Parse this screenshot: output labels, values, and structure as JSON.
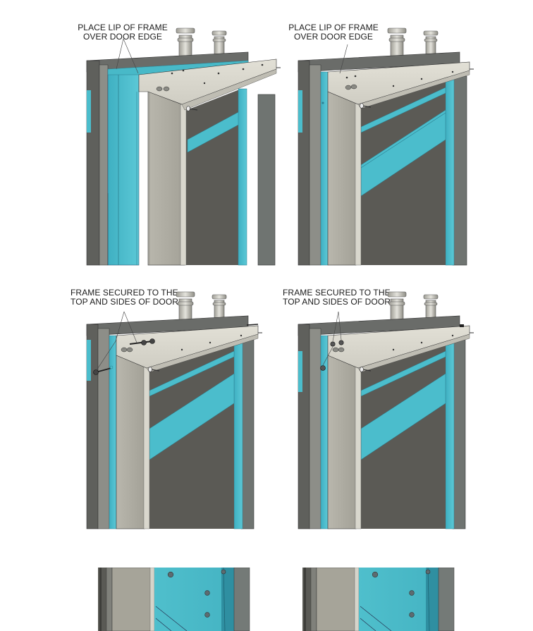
{
  "document": {
    "type": "installation-instruction-illustrations",
    "colors": {
      "background": "#ffffff",
      "door_dark": "#5b5a55",
      "frame_light": "#d4d2c8",
      "frame_mid": "#a7a59b",
      "gasket_cyan": "#4bbdcc",
      "gasket_dark": "#2f8fa1",
      "outer_frame": "#6d6f6c",
      "text": "#1a1a1a"
    },
    "panels": [
      {
        "id": "step-1a",
        "caption": [
          "PLACE LIP OF FRAME",
          "OVER DOOR EDGE"
        ],
        "variant": "frame-lifted"
      },
      {
        "id": "step-1b",
        "caption": [
          "PLACE LIP OF FRAME",
          "OVER DOOR EDGE"
        ],
        "variant": "frame-placed"
      },
      {
        "id": "step-2a",
        "caption": [
          "FRAME SECURED TO THE",
          "TOP AND SIDES OF DOOR"
        ],
        "variant": "screws-inserting"
      },
      {
        "id": "step-2b",
        "caption": [
          "FRAME SECURED TO THE",
          "TOP AND SIDES OF DOOR"
        ],
        "variant": "screws-secured"
      },
      {
        "id": "step-3a",
        "caption": [],
        "variant": "closeup-bolts"
      },
      {
        "id": "step-3b",
        "caption": [],
        "variant": "closeup-bolts"
      }
    ]
  }
}
